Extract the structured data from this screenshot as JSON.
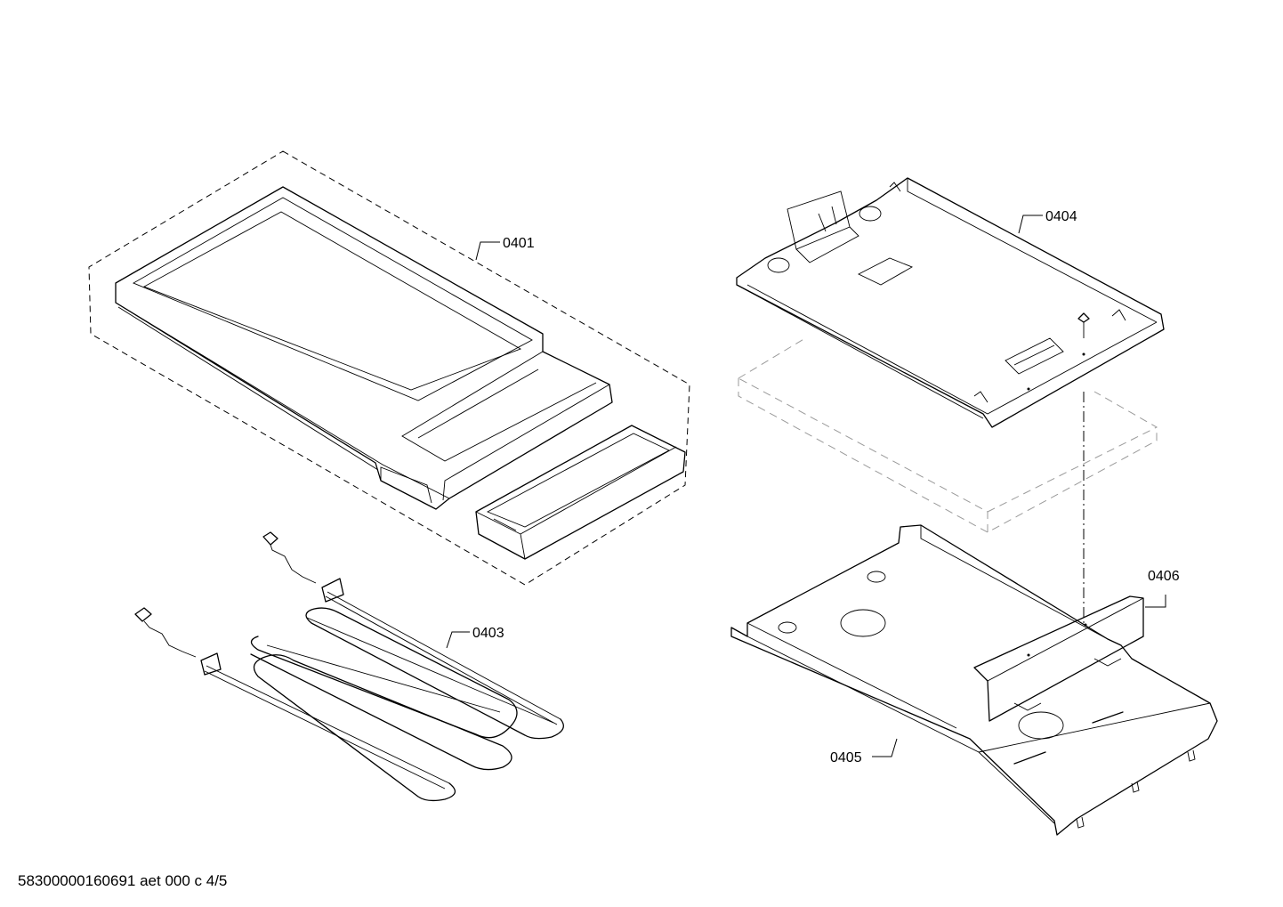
{
  "callouts": {
    "c0401": "0401",
    "c0403": "0403",
    "c0404": "0404",
    "c0405": "0405",
    "c0406": "0406"
  },
  "footer": {
    "document_id": "58300000160691 aet 000 c 4/5"
  }
}
